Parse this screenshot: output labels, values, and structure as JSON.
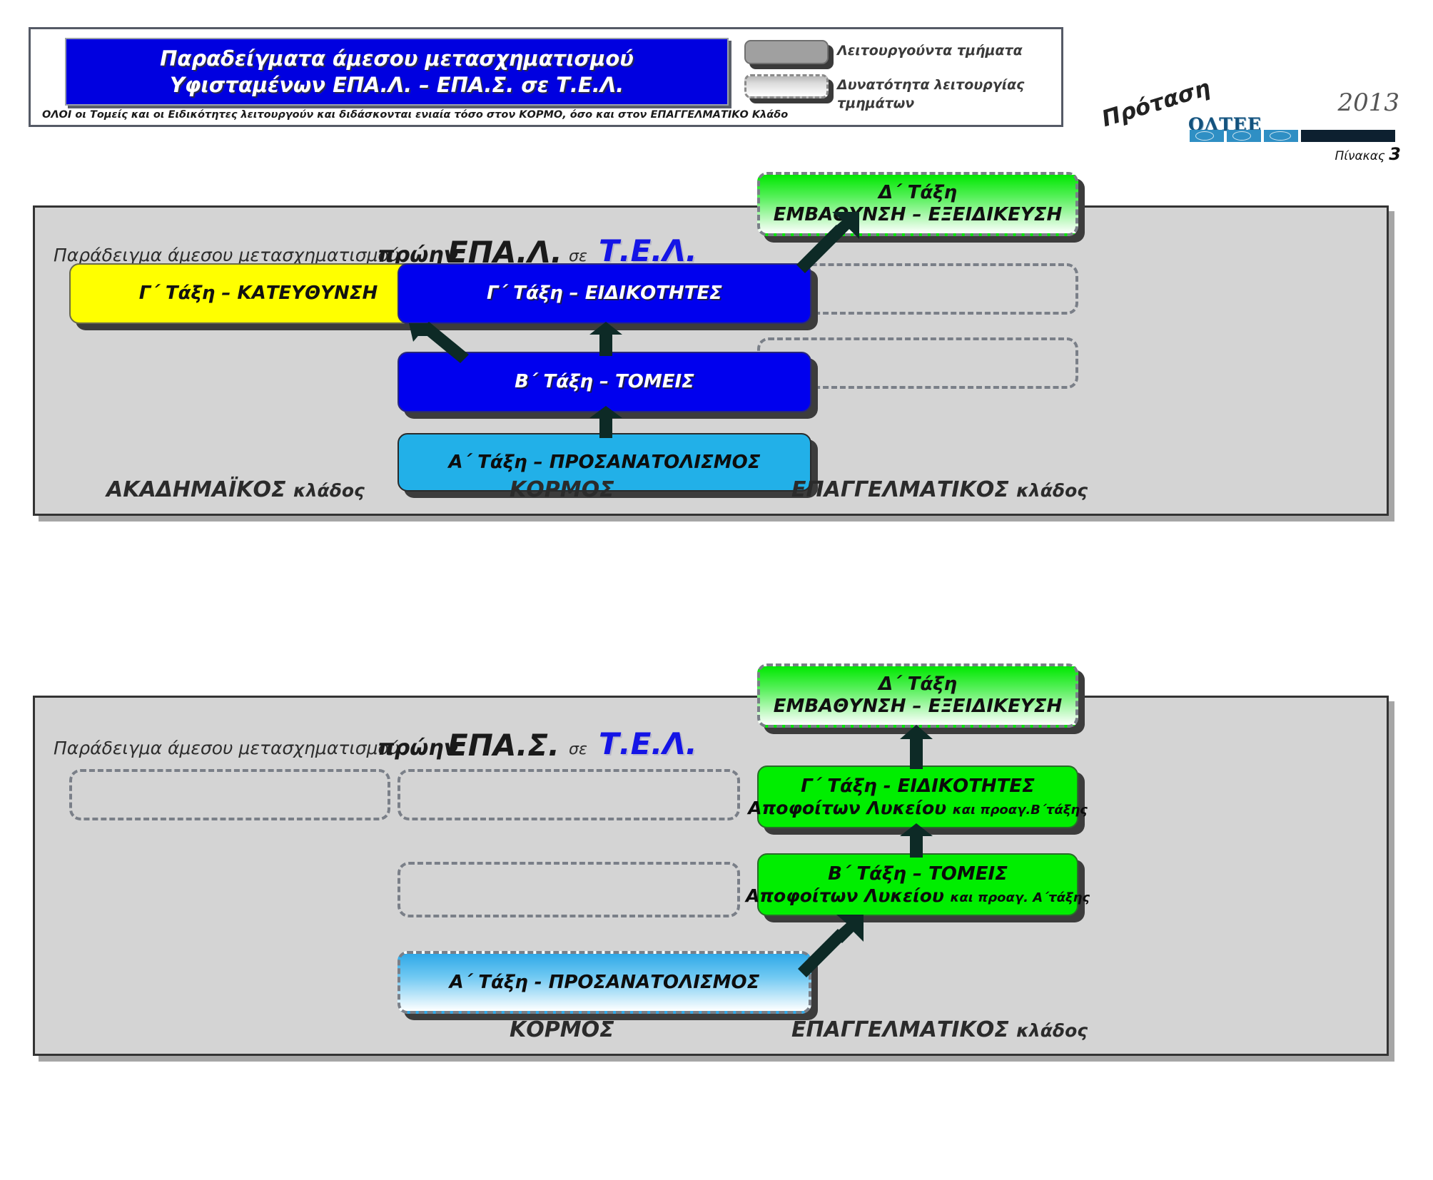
{
  "header": {
    "title_line1": "Παραδείγματα άμεσου μετασχηματισμού",
    "title_line2": "Υφισταμένων  ΕΠΑ.Λ. – ΕΠΑ.Σ. σε Τ.Ε.Λ.",
    "subtitle": "ΟΛΟΙ οι Τομείς και οι Ειδικότητες λειτουργούν και διδάσκονται ενιαία τόσο στον ΚΟΡΜΟ, όσο και στον ΕΠΑΓΓΕΛΜΑΤΙΚΟ Κλάδο",
    "legend": [
      {
        "icon": "solid-rounded-swatch",
        "label": "Λειτουργούντα τμήματα"
      },
      {
        "icon": "dashed-rounded-swatch",
        "label": "Δυνατότητα λειτουργίας τμημάτων"
      }
    ]
  },
  "branding": {
    "proposal": "Πρόταση",
    "year": "2013",
    "logo_text": "ΟΛΤΕΕ",
    "table_label": "Πίνακας",
    "table_number": "3"
  },
  "panels": [
    {
      "id": "epal",
      "heading": {
        "prefix": "Παράδειγμα άμεσου μετασχηματισμού ",
        "former": "πρώην ",
        "from": "ΕΠΑ.Λ.",
        "connector": "σε",
        "to": "Τ.Ε.Λ."
      },
      "columns": {
        "academic": "ΑΚΑΔΗΜΑΪΚΟΣ κλάδος",
        "academic_bold": "ΑΚΑΔΗΜΑΪΚΟΣ",
        "academic_thin": "κλάδος",
        "core": "ΚΟΡΜΟΣ",
        "vocational_bold": "ΕΠΑΓΓΕΛΜΑΤΙΚΟΣ",
        "vocational_thin": "κλάδος"
      },
      "boxes": {
        "academic_c": "Γ΄ Τάξη –  ΚΑΤΕΥΘΥΝΣΗ",
        "core_c": "Γ΄ Τάξη – ΕΙΔΙΚΟΤΗΤΕΣ",
        "core_b": "Β΄ Τάξη – ΤΟΜΕΙΣ",
        "core_a": "Α΄ Τάξη – ΠΡΟΣΑΝΑΤΟΛΙΣΜΟΣ",
        "voc_d_line1": "Δ΄ Τάξη",
        "voc_d_line2": "ΕΜΒΑΘΥΝΣΗ – ΕΞΕΙΔΙΚΕΥΣΗ",
        "voc_placeholder_1": "",
        "voc_placeholder_2": ""
      }
    },
    {
      "id": "epas",
      "heading": {
        "prefix": "Παράδειγμα άμεσου μετασχηματισμού ",
        "former": "πρώην ",
        "from": "ΕΠΑ.Σ.",
        "connector": "σε",
        "to": "Τ.Ε.Λ."
      },
      "columns": {
        "core": "ΚΟΡΜΟΣ",
        "vocational_bold": "ΕΠΑΓΓΕΛΜΑΤΙΚΟΣ",
        "vocational_thin": "κλάδος"
      },
      "boxes": {
        "voc_d_line1": "Δ΄ Τάξη",
        "voc_d_line2": "ΕΜΒΑΘΥΝΣΗ – ΕΞΕΙΔΙΚΕΥΣΗ",
        "voc_c_line1": "Γ΄ Τάξη  - ΕΙΔΙΚΟΤΗΤΕΣ",
        "voc_c_line2_main": "Αποφοίτων Λυκείου ",
        "voc_c_line2_small": "και προαγ.Β΄τάξης",
        "voc_b_line1": "Β΄ Τάξη – ΤΟΜΕΙΣ",
        "voc_b_line2_main": "Αποφοίτων Λυκείου ",
        "voc_b_line2_small": "και προαγ. Α΄τάξης",
        "core_a": "Α΄ Τάξη - ΠΡΟΣΑΝΑΤΟΛΙΣΜΟΣ",
        "academic_placeholder": "",
        "core_placeholder_1": "",
        "core_placeholder_2": ""
      }
    }
  ],
  "colors": {
    "banner_blue": "#0000e0",
    "box_blue": "#0000ee",
    "box_yellow": "#ffff00",
    "box_cyan": "#22b0e8",
    "box_green": "#00ee00",
    "panel_bg": "#d4d4d4",
    "tel_blue": "#1414e6"
  }
}
